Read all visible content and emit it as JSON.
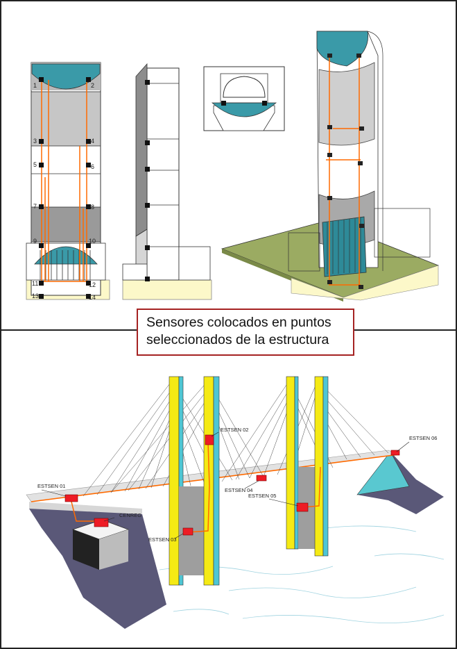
{
  "caption": {
    "line1": "Sensores colocados en puntos",
    "line2": "seleccionados de la estructura"
  },
  "pylon_points": [
    "1",
    "2",
    "3",
    "4",
    "5",
    "6",
    "7",
    "8",
    "9",
    "10",
    "11",
    "12",
    "13",
    "14"
  ],
  "bridge_sensors": {
    "s01": "ESTSEN 01",
    "s02": "ESTSEN 02",
    "s03": "ESTSEN 03",
    "s04": "ESTSEN 04",
    "s05": "ESTSEN 05",
    "s06": "ESTSEN 06",
    "central": "CENREG"
  },
  "colors": {
    "teal": "#3a9aa8",
    "cable": "#ff6a00",
    "sensor": "#ee1c25",
    "pylon_yellow": "#f5ea14",
    "pylon_cyan": "#4ec6d4",
    "ground": "#5a5878",
    "border_caption": "#a52222"
  }
}
